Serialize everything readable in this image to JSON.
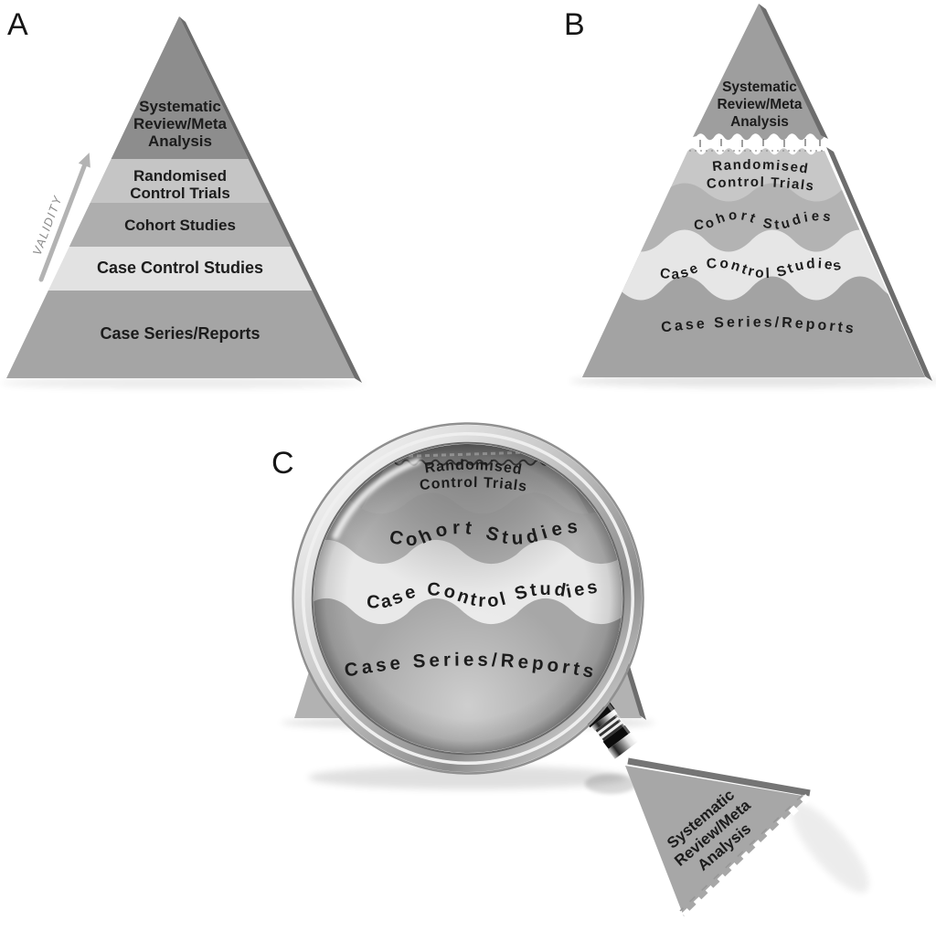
{
  "figure": {
    "levels": {
      "systematic": {
        "line1": "Systematic",
        "line2": "Review/Meta",
        "line3": "Analysis"
      },
      "rct": {
        "line1": "Randomised",
        "line2": "Control Trials"
      },
      "cohort": "Cohort Studies",
      "case_control": "Case Control Studies",
      "case_series": "Case Series/Reports"
    },
    "panels": {
      "a": {
        "label": "A",
        "validity_label": "VALIDITY"
      },
      "b": {
        "label": "B"
      },
      "c": {
        "label": "C"
      }
    },
    "colors": {
      "background": "#ffffff",
      "text": "#1c1c1c",
      "validity_arrow": "#b3b3b3",
      "pyramid_side": "#6d6d6d",
      "a_systematic": "#8d8d8d",
      "a_rct": "#c5c5c5",
      "a_cohort": "#aeaeae",
      "a_case_control": "#e2e2e2",
      "a_case_series": "#a5a5a5",
      "b_systematic": "#9e9e9e",
      "b_rct": "#c7c7c7",
      "b_cohort": "#b3b3b3",
      "b_case_control": "#e6e6e6",
      "b_case_series": "#a3a3a3",
      "c_rct": "#b9b9b9",
      "c_cohort": "#b4b4b4",
      "c_case_control": "#e9e9e9",
      "c_case_series": "#a7a7a7",
      "c_handle": "#a7a7a7"
    }
  }
}
